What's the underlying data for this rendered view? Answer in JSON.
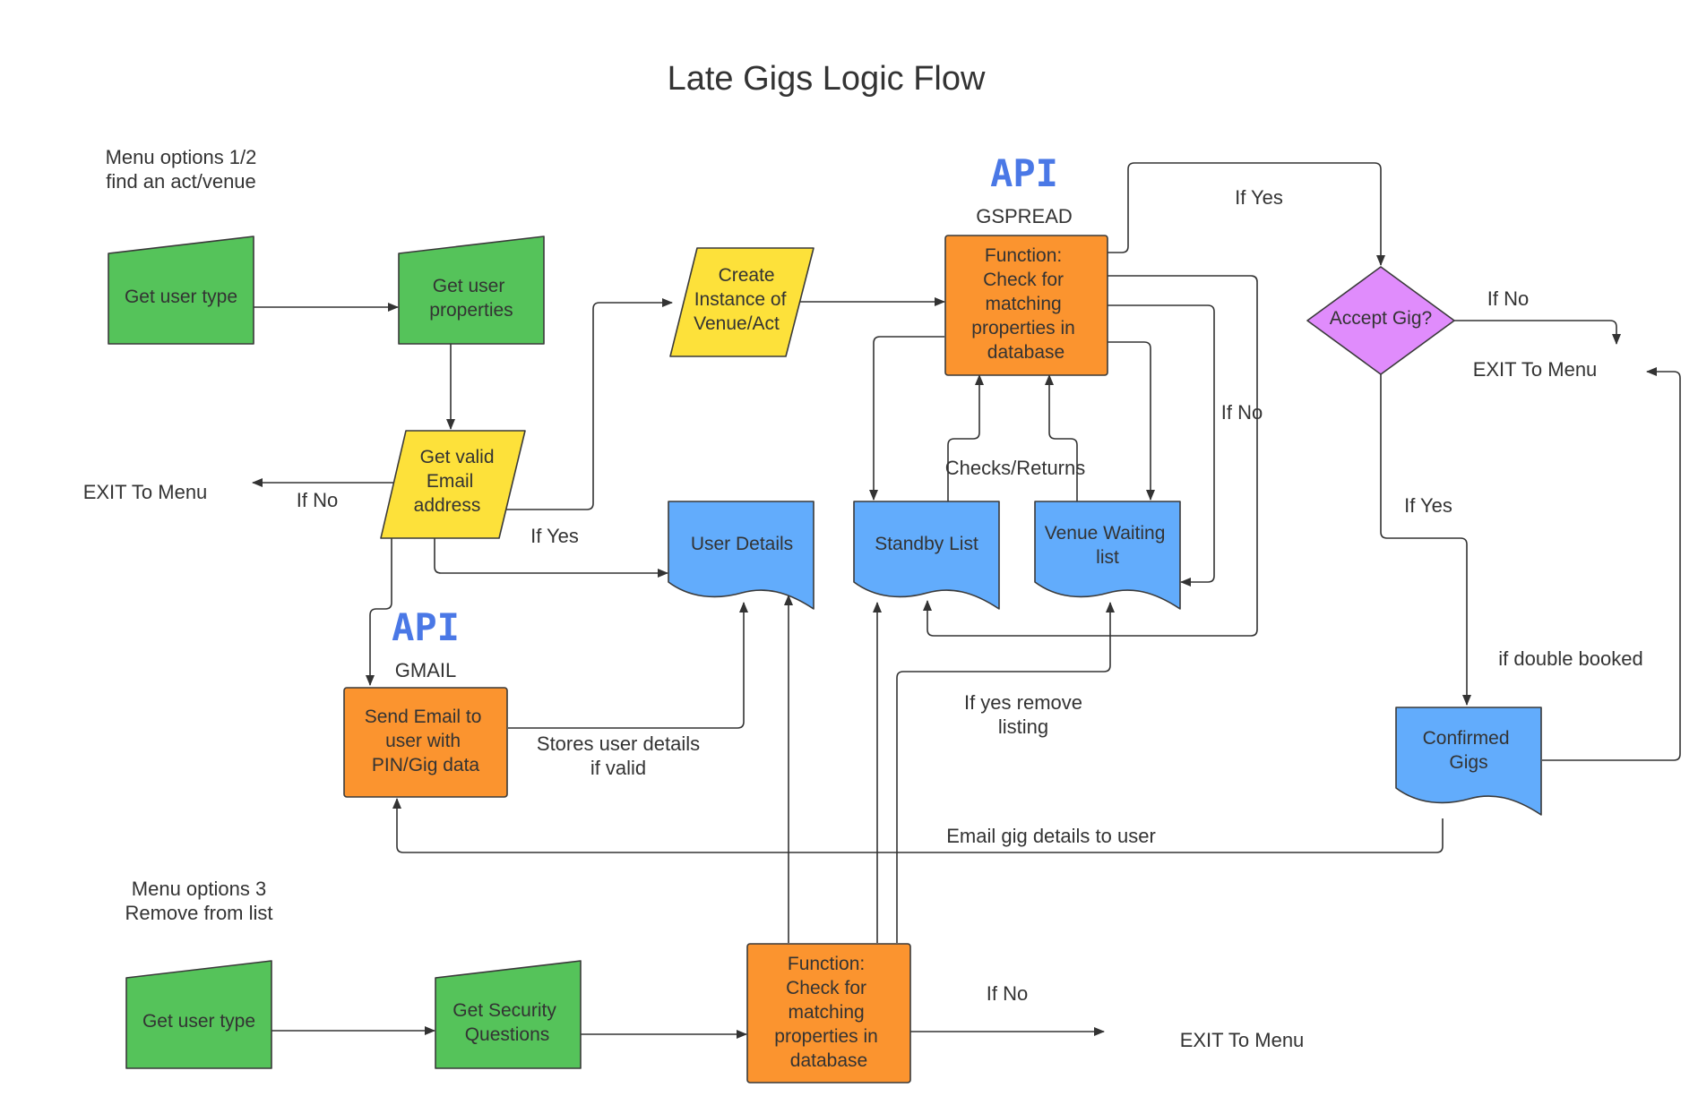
{
  "title": "Late Gigs Logic Flow",
  "notes": {
    "menu12_line1": "Menu options 1/2",
    "menu12_line2": "find an act/venue",
    "menu3_line1": "Menu options 3",
    "menu3_line2": "Remove from list"
  },
  "api": {
    "icon_text": "API",
    "gspread": "GSPREAD",
    "gmail": "GMAIL"
  },
  "nodes": {
    "get_user_type_1": [
      "Get user type"
    ],
    "get_user_props": [
      "Get user",
      "properties"
    ],
    "get_valid_email": [
      "Get valid",
      "Email",
      "address"
    ],
    "create_instance": [
      "Create",
      "Instance of",
      "Venue/Act"
    ],
    "func_check_1": [
      "Function:",
      "Check for",
      "matching",
      "properties in",
      "database"
    ],
    "accept_gig": [
      "Accept Gig?"
    ],
    "user_details": [
      "User Details"
    ],
    "standby_list": [
      "Standby List"
    ],
    "venue_waiting": [
      "Venue Waiting",
      "list"
    ],
    "send_email": [
      "Send Email to",
      "user with",
      "PIN/Gig data"
    ],
    "confirmed_gigs": [
      "Confirmed",
      "Gigs"
    ],
    "get_user_type_2": [
      "Get user type"
    ],
    "get_security": [
      "Get Security",
      "Questions"
    ],
    "func_check_2": [
      "Function:",
      "Check for",
      "matching",
      "properties in",
      "database"
    ]
  },
  "labels": {
    "exit_left": "EXIT To Menu",
    "if_no_email": "If No",
    "if_yes_email": "If Yes",
    "checks_returns": "Checks/Returns",
    "if_no_mid": "If No",
    "if_yes_top": "If Yes",
    "if_no_accept": "If No",
    "exit_right": "EXIT To Menu",
    "if_yes_accept": "If Yes",
    "if_double": "if double booked",
    "stores_1": "Stores user details",
    "stores_2": "if valid",
    "if_yes_remove_1": "If yes remove",
    "if_yes_remove_2": "listing",
    "email_gig": "Email gig details to user",
    "if_no_bottom": "If No",
    "exit_bottom": "EXIT To Menu"
  }
}
